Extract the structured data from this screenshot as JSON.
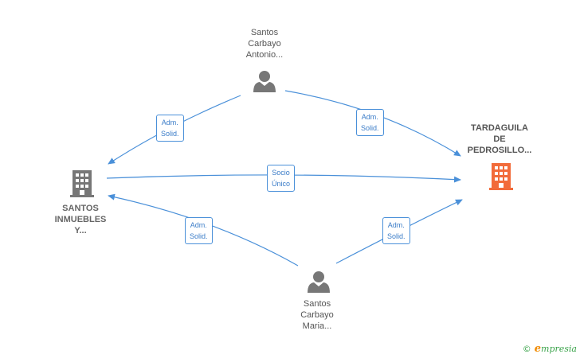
{
  "nodes": {
    "person_antonio": {
      "label_lines": [
        "Santos",
        "Carbayo",
        "Antonio..."
      ]
    },
    "person_maria": {
      "label_lines": [
        "Santos",
        "Carbayo",
        "Maria..."
      ]
    },
    "company_inmuebles": {
      "label_lines": [
        "SANTOS",
        "INMUEBLES",
        "Y..."
      ]
    },
    "company_tardaguila": {
      "label_lines": [
        "TARDAGUILA",
        "DE",
        "PEDROSILLO..."
      ]
    }
  },
  "edges": {
    "antonio_to_inmuebles": [
      "Adm.",
      "Solid."
    ],
    "antonio_to_tardaguila": [
      "Adm.",
      "Solid."
    ],
    "inmuebles_to_tardaguila": [
      "Socio",
      "Único"
    ],
    "maria_to_inmuebles": [
      "Adm.",
      "Solid."
    ],
    "maria_to_tardaguila": [
      "Adm.",
      "Solid."
    ]
  },
  "colors": {
    "edge": "#4a90d9",
    "person_icon": "#777777",
    "company_icon": "#777777",
    "target_icon": "#f26b3a"
  },
  "footer": {
    "copyright": "©",
    "brand_initial": "e",
    "brand_rest": "mpresia"
  }
}
